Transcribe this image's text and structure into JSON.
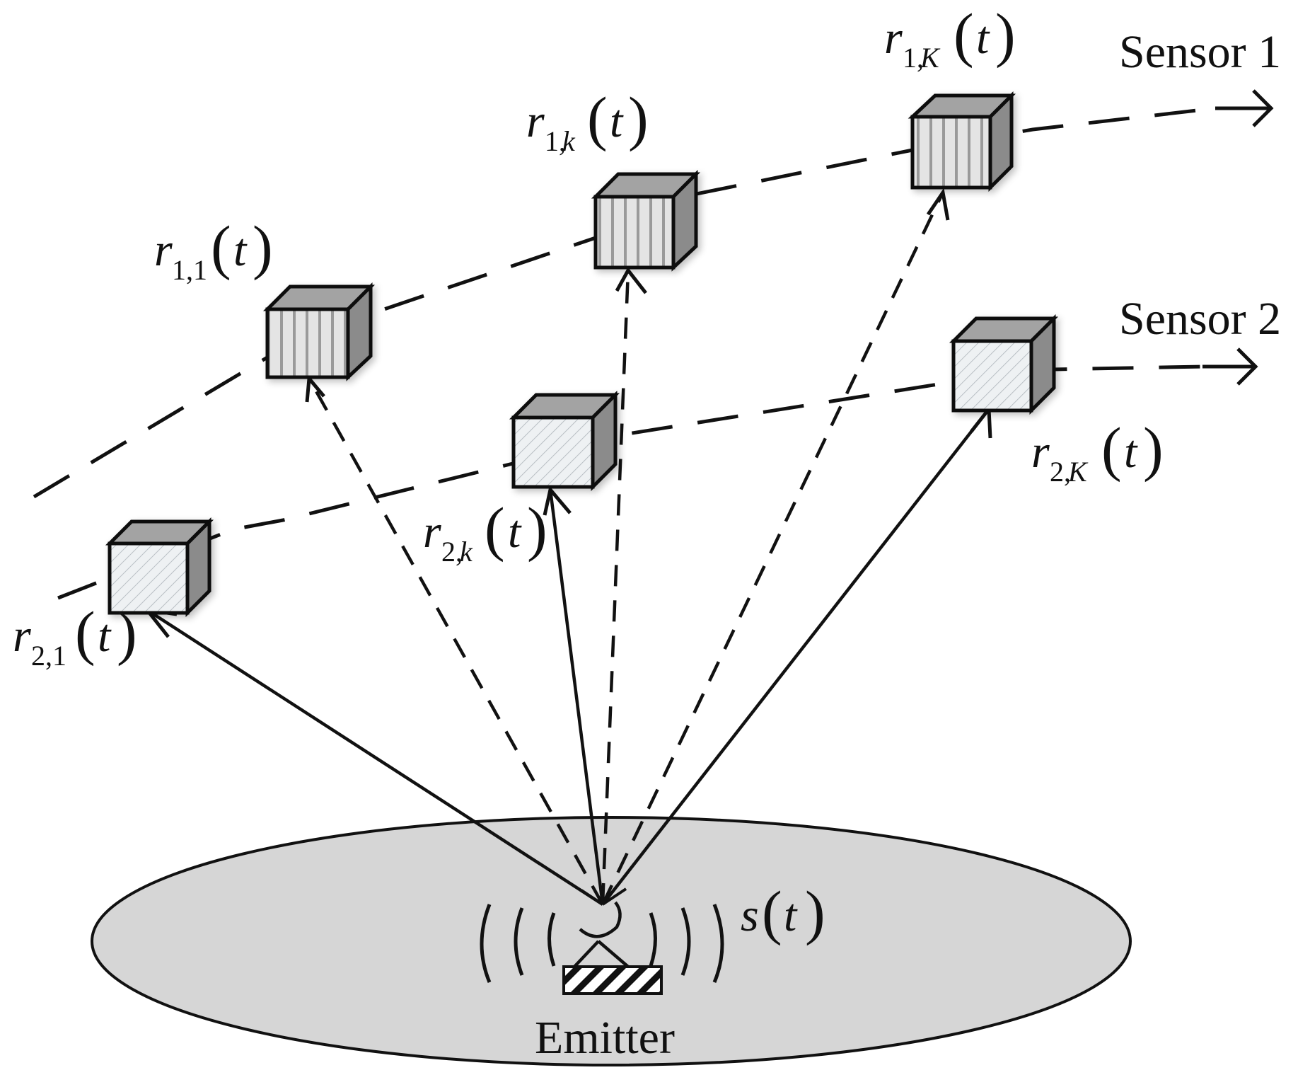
{
  "sensor_labels": [
    "Sensor 1",
    "Sensor 2"
  ],
  "emitter_label": "Emitter",
  "signal_label": {
    "var": "s",
    "arg": "t"
  },
  "receiver_labels": {
    "r11": {
      "var": "r",
      "sub": "1,1",
      "arg": "t"
    },
    "r1k": {
      "var": "r",
      "sub_main": "1,",
      "sub_idx": "k",
      "arg": "t"
    },
    "r1K": {
      "var": "r",
      "sub_main": "1,",
      "sub_idx": "K",
      "arg": "t"
    },
    "r21": {
      "var": "r",
      "sub": "2,1",
      "arg": "t"
    },
    "r2k": {
      "var": "r",
      "sub_main": "2,",
      "sub_idx": "k",
      "arg": "t"
    },
    "r2K": {
      "var": "r",
      "sub_main": "2,",
      "sub_idx": "K",
      "arg": "t"
    }
  },
  "colors": {
    "ground": "#d6d6d6",
    "line": "#111111",
    "cube_front_s1": "#dcdcdc",
    "cube_front_s2": "#e8ecef",
    "cube_top": "#9a9a9a",
    "cube_side": "#7a7a7a"
  }
}
